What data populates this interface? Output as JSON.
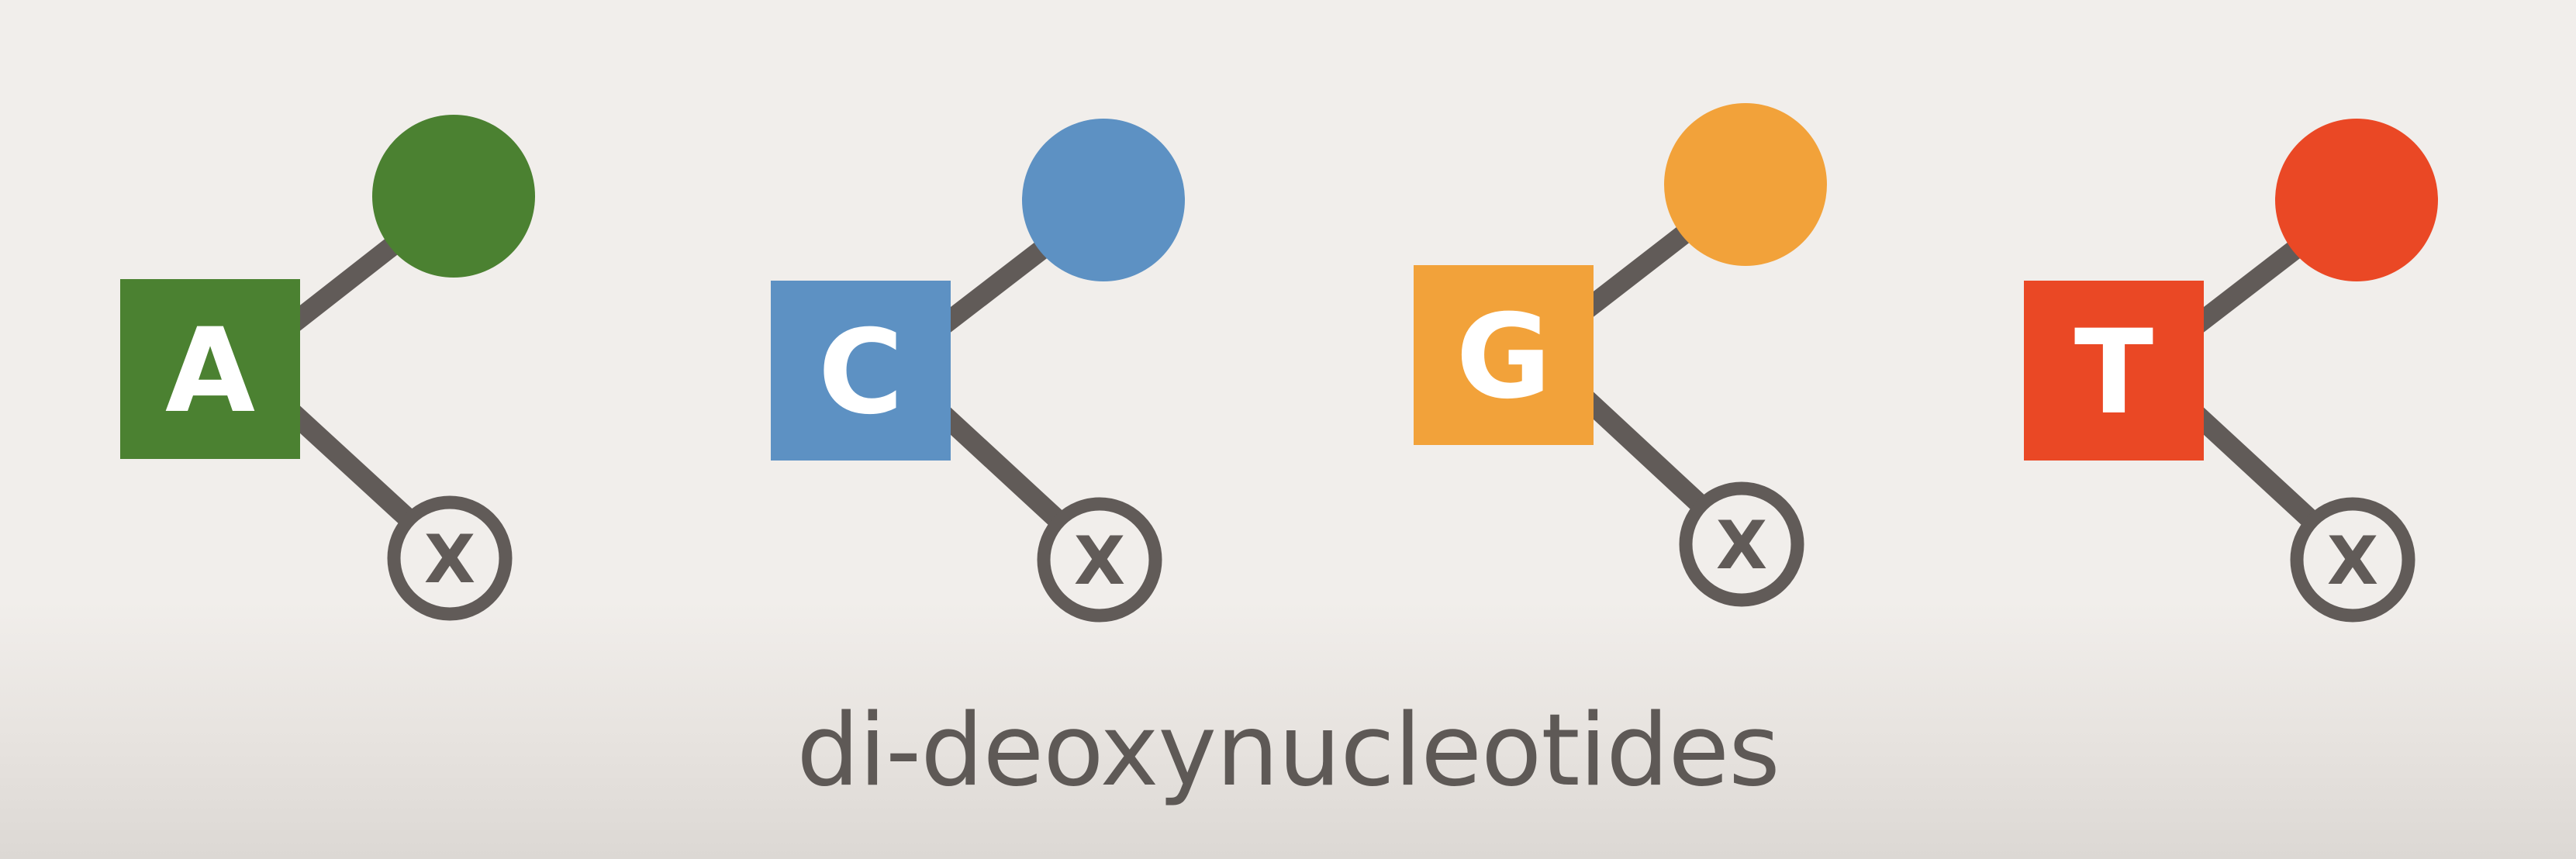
{
  "colors": {
    "background": "#f1eeeb",
    "connector": "#615b58",
    "letter": "#ffffff"
  },
  "nucleotides": [
    {
      "base": "A",
      "color": "#4b8131",
      "block_symbol": "X"
    },
    {
      "base": "C",
      "color": "#5d91c3",
      "block_symbol": "X"
    },
    {
      "base": "G",
      "color": "#f2a23a",
      "block_symbol": "X"
    },
    {
      "base": "T",
      "color": "#ea4825",
      "block_symbol": "X"
    }
  ],
  "caption": "di-deoxynucleotides"
}
